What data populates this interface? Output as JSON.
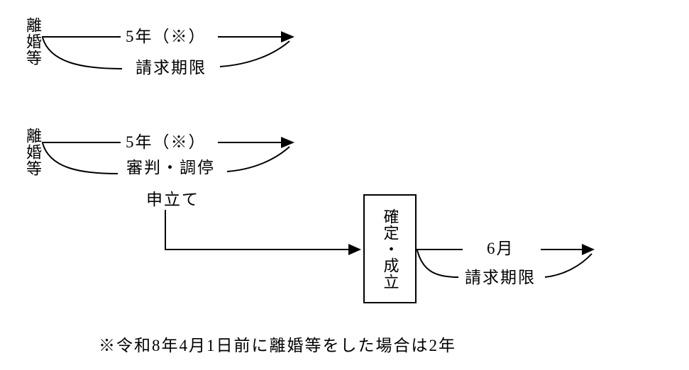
{
  "canvas": {
    "background": "#ffffff",
    "ink": "#000000"
  },
  "diagram": {
    "row1": {
      "origin_label": "離婚等",
      "duration_label": "5年（※）",
      "deadline_label": "請求期限"
    },
    "row2": {
      "origin_label": "離婚等",
      "duration_label": "5年（※）",
      "process_label": "審判・調停",
      "petition_label": "申立て"
    },
    "row3": {
      "box_label": "確定・成立",
      "duration_label": "6月",
      "deadline_label": "請求期限"
    },
    "footnote": "※令和8年4月1日前に離婚等をした場合は2年"
  }
}
